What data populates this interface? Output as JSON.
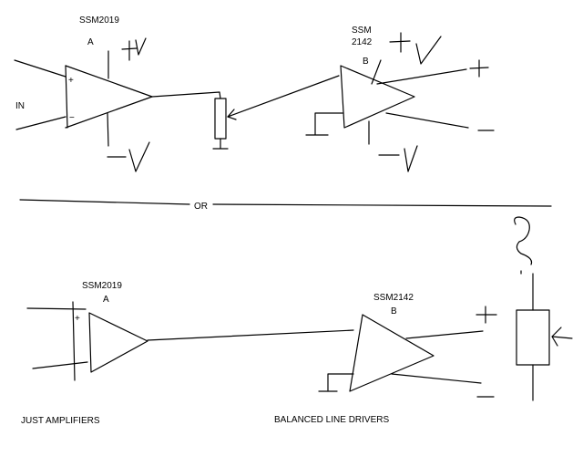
{
  "diagram": {
    "top": {
      "input_label": "IN",
      "amp_a": {
        "name": "SSM2019",
        "letter": "A",
        "plus_pin": "+",
        "minus_pin": "−",
        "supply_pos": "+V",
        "supply_neg": "−V"
      },
      "amp_b": {
        "name_line1": "SSM",
        "name_line2": "2142",
        "letter": "B",
        "supply_pos": "+V",
        "supply_neg": "−V",
        "out_pos": "+",
        "out_neg": "−"
      }
    },
    "divider_label": "OR",
    "bottom": {
      "amp_a": {
        "name": "SSM2019",
        "letter": "A",
        "plus_pin": "+"
      },
      "amp_b": {
        "name": "SSM2142",
        "letter": "B",
        "out_pos": "+",
        "out_neg": "−"
      },
      "question_mark": "?",
      "caption_left": "JUST AMPLIFIERS",
      "caption_right": "BALANCED LINE DRIVERS"
    },
    "ink_color": "#000000",
    "background_color": "#ffffff"
  }
}
